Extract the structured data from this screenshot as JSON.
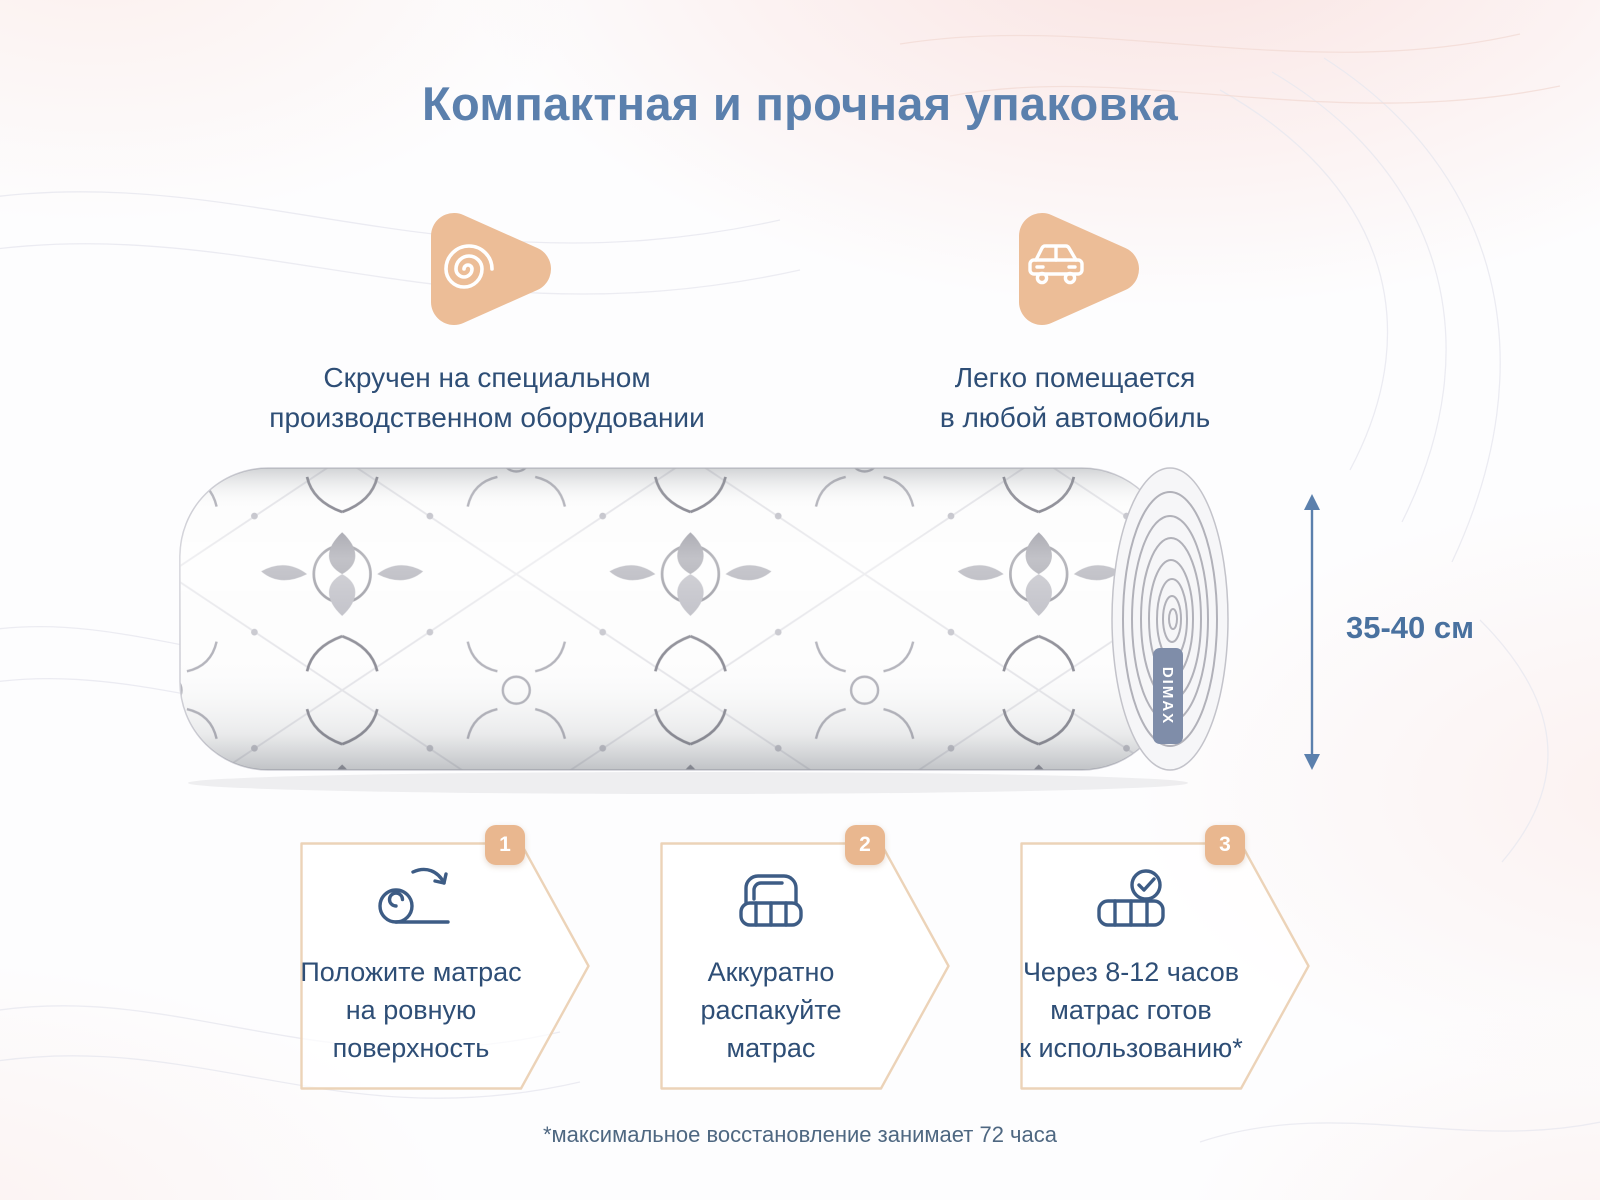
{
  "page": {
    "title": "Компактная и прочная упаковка",
    "footnote": "*максимальное восстановление занимает 72 часа"
  },
  "features": [
    {
      "icon": "spiral-icon",
      "text": "Скручен на специальном\nпроизводственном оборудовании"
    },
    {
      "icon": "car-icon",
      "text": "Легко помещается\nв любой автомобиль"
    }
  ],
  "product": {
    "brand_tag": "DIMAX",
    "height_label": "35-40 см"
  },
  "steps": [
    {
      "number": "1",
      "icon": "unroll-mattress-icon",
      "text": "Положите матрас\nна ровную\nповерхность"
    },
    {
      "number": "2",
      "icon": "unpack-mattress-icon",
      "text": "Аккуратно\nраспакуйте\nматрас"
    },
    {
      "number": "3",
      "icon": "mattress-ready-icon",
      "text": "Через 8-12 часов\nматрас готов\nк использованию*"
    }
  ],
  "colors": {
    "accent_peach": "#e9b78f",
    "outline_peach": "#ecd3b8",
    "heading_blue": "#5b80ad",
    "text_navy": "#2e4e76",
    "measure_blue": "#49719f",
    "note_gray": "#4e6781"
  }
}
